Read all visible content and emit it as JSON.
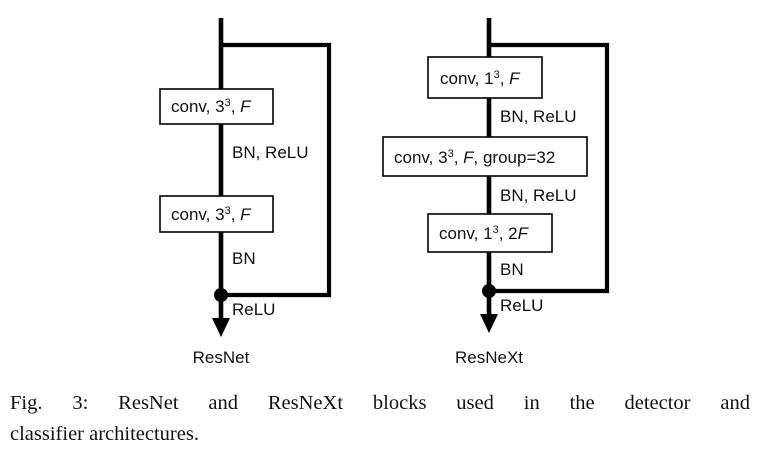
{
  "figure": {
    "caption_line1": "Fig. 3: ResNet and ResNeXt blocks used in the detector and",
    "caption_line2": "classifier architectures.",
    "caption_full": "Fig. 3: ResNet and ResNeXt blocks used in the detector and classifier architectures.",
    "colors": {
      "line": "#000000",
      "box_fill": "#ffffff",
      "box_stroke": "#000000",
      "text": "#111111",
      "background": "#ffffff"
    }
  },
  "blocks": [
    {
      "name": "ResNet",
      "title": "ResNet",
      "layers": [
        {
          "prefix": "conv, 3",
          "exponent": "3",
          "suffix": ", ",
          "italic": "F",
          "tail": ""
        },
        {
          "prefix": "conv, 3",
          "exponent": "3",
          "suffix": ", ",
          "italic": "F",
          "tail": ""
        }
      ],
      "annotations": [
        "BN, ReLU",
        "BN",
        "ReLU"
      ]
    },
    {
      "name": "ResNeXt",
      "title": "ResNeXt",
      "layers": [
        {
          "prefix": "conv, 1",
          "exponent": "3",
          "suffix": ", ",
          "italic": "F",
          "tail": ""
        },
        {
          "prefix": "conv, 3",
          "exponent": "3",
          "suffix": ", ",
          "italic": "F",
          "tail": ", group=32"
        },
        {
          "prefix": "conv, 1",
          "exponent": "3",
          "suffix": ", 2",
          "italic": "F",
          "tail": ""
        }
      ],
      "annotations": [
        "BN, ReLU",
        "BN, ReLU",
        "BN",
        "ReLU"
      ]
    }
  ]
}
